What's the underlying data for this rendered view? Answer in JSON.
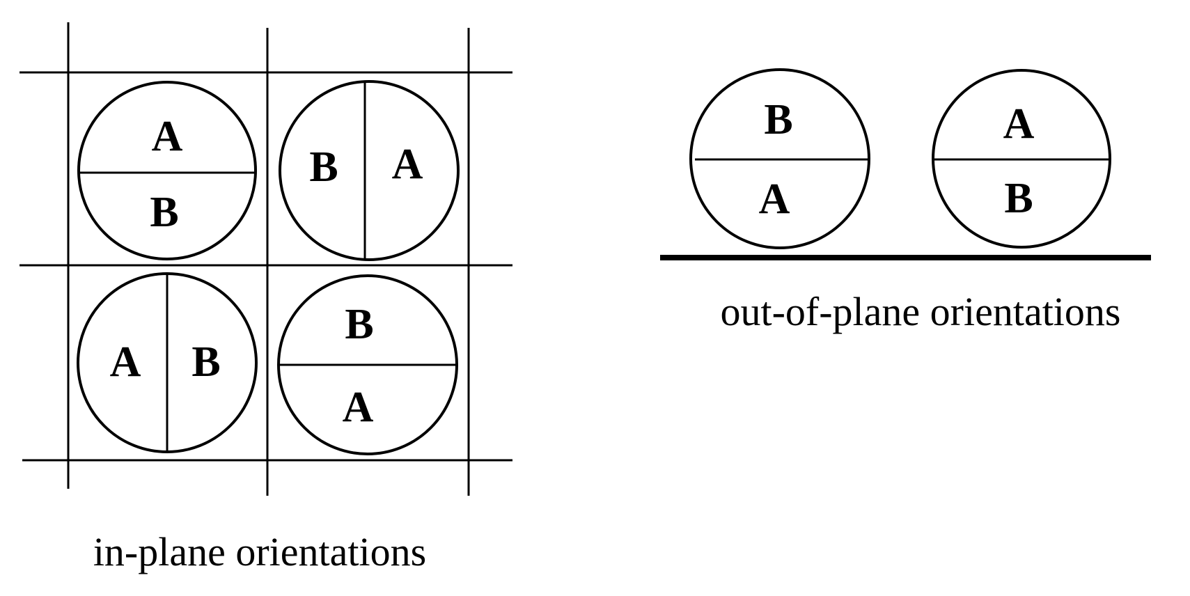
{
  "in_plane": {
    "caption": "in-plane orientations",
    "cells": [
      {
        "divider": "horizontal",
        "first": "A",
        "second": "B"
      },
      {
        "divider": "vertical",
        "first": "B",
        "second": "A"
      },
      {
        "divider": "vertical",
        "first": "A",
        "second": "B"
      },
      {
        "divider": "horizontal",
        "first": "B",
        "second": "A"
      }
    ]
  },
  "out_of_plane": {
    "caption": "out-of-plane orientations",
    "spheres": [
      {
        "top": "B",
        "bottom": "A"
      },
      {
        "top": "A",
        "bottom": "B"
      }
    ]
  }
}
